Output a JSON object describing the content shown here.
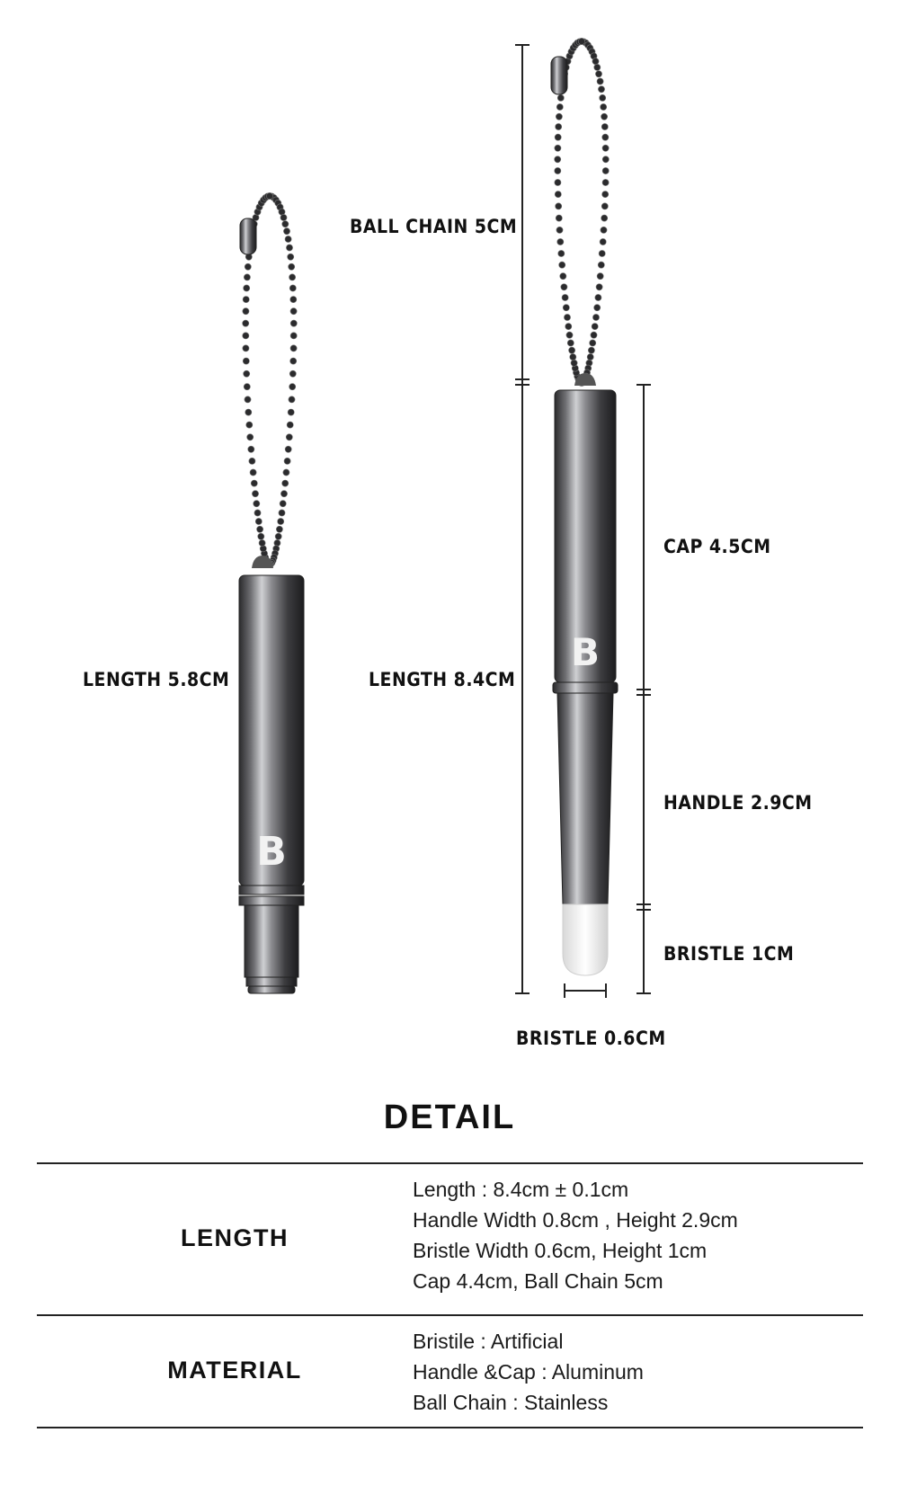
{
  "annotations": {
    "ball_chain": "BALL CHAIN 5CM",
    "length_small": "LENGTH 5.8CM",
    "length_large": "LENGTH 8.4CM",
    "cap": "CAP 4.5CM",
    "handle": "HANDLE 2.9CM",
    "bristle": "BRISTLE 1CM",
    "bristle_width": "BRISTLE 0.6CM"
  },
  "detail": {
    "title": "DETAIL",
    "rows": [
      {
        "label": "LENGTH",
        "lines": [
          "Length : 8.4cm ± 0.1cm",
          "Handle Width 0.8cm , Height 2.9cm",
          "Bristle Width 0.6cm, Height 1cm",
          "Cap 4.4cm, Ball Chain 5cm"
        ]
      },
      {
        "label": "MATERIAL",
        "lines": [
          "Bristile : Artificial",
          "Handle &Cap : Aluminum",
          "Ball Chain : Stainless"
        ]
      }
    ]
  },
  "logo_mark": "B"
}
